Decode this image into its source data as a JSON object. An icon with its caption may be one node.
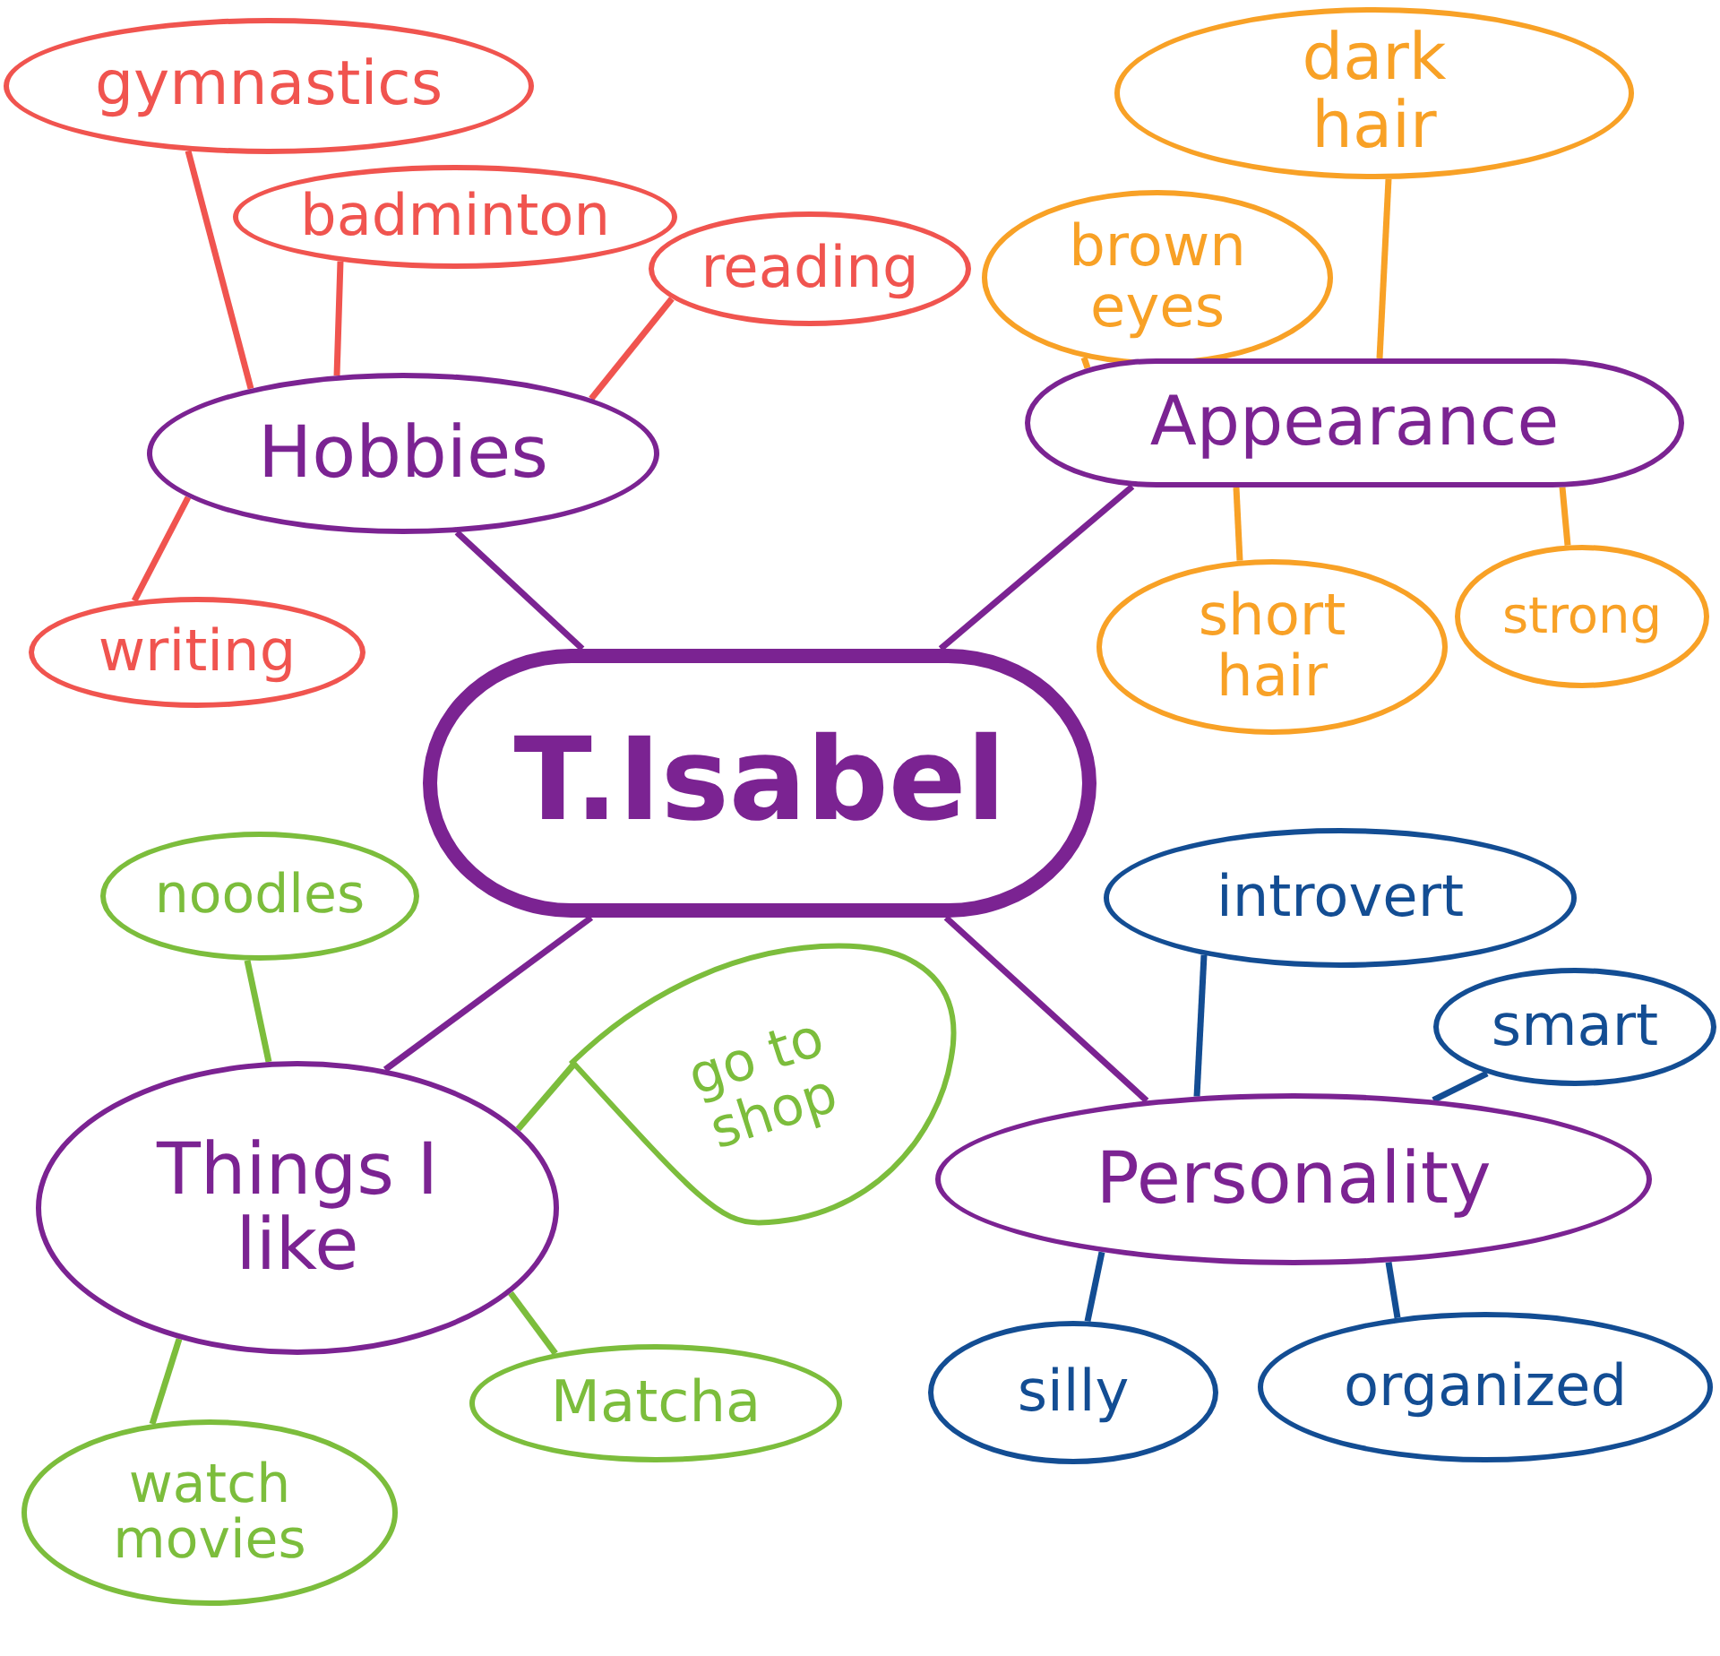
{
  "diagram": {
    "nodes": [
      {
        "text": [
          "T.Isabel"
        ]
      },
      {
        "text": [
          "gymnastics"
        ]
      },
      {
        "text": [
          "badminton"
        ]
      },
      {
        "text": [
          "reading"
        ]
      },
      {
        "text": [
          "Hobbies"
        ]
      },
      {
        "text": [
          "writing"
        ]
      },
      {
        "text": [
          "dark hair"
        ]
      },
      {
        "text": [
          "brown eyes"
        ]
      },
      {
        "text": [
          "Appearance"
        ]
      },
      {
        "text": [
          "short hair"
        ]
      },
      {
        "text": [
          "strong"
        ]
      },
      {
        "text": [
          "noodles"
        ]
      },
      {
        "text": [
          "go to shop"
        ]
      },
      {
        "text": [
          "Things I like"
        ]
      },
      {
        "text": [
          "Matcha"
        ]
      },
      {
        "text": [
          "watch movies"
        ]
      },
      {
        "text": [
          "introvert"
        ]
      },
      {
        "text": [
          "smart"
        ]
      },
      {
        "text": [
          "Personality"
        ]
      },
      {
        "text": [
          "silly"
        ]
      },
      {
        "text": [
          "organized"
        ]
      }
    ],
    "edges": [
      {
        "from": 0,
        "to": 4,
        "arrow": "none",
        "color": "#7b2392"
      },
      {
        "from": 0,
        "to": 8,
        "arrow": "none",
        "color": "#7b2392"
      },
      {
        "from": 0,
        "to": 13,
        "arrow": "none",
        "color": "#7b2392"
      },
      {
        "from": 0,
        "to": 18,
        "arrow": "none",
        "color": "#7b2392"
      },
      {
        "from": 4,
        "to": 1,
        "arrow": "none",
        "color": "#f0544f"
      },
      {
        "from": 4,
        "to": 2,
        "arrow": "none",
        "color": "#f0544f"
      },
      {
        "from": 4,
        "to": 3,
        "arrow": "none",
        "color": "#f0544f"
      },
      {
        "from": 4,
        "to": 5,
        "arrow": "none",
        "color": "#f0544f"
      },
      {
        "from": 8,
        "to": 6,
        "arrow": "none",
        "color": "#f8a126"
      },
      {
        "from": 8,
        "to": 7,
        "arrow": "none",
        "color": "#f8a126"
      },
      {
        "from": 8,
        "to": 9,
        "arrow": "none",
        "color": "#f8a126"
      },
      {
        "from": 8,
        "to": 10,
        "arrow": "none",
        "color": "#f8a126"
      },
      {
        "from": 13,
        "to": 11,
        "arrow": "none",
        "color": "#7cbd3c"
      },
      {
        "from": 13,
        "to": 12,
        "arrow": "none",
        "color": "#7cbd3c"
      },
      {
        "from": 13,
        "to": 14,
        "arrow": "none",
        "color": "#7cbd3c"
      },
      {
        "from": 13,
        "to": 15,
        "arrow": "none",
        "color": "#7cbd3c"
      },
      {
        "from": 18,
        "to": 16,
        "arrow": "none",
        "color": "#134d93"
      },
      {
        "from": 18,
        "to": 17,
        "arrow": "none",
        "color": "#134d93"
      },
      {
        "from": 18,
        "to": 19,
        "arrow": "none",
        "color": "#134d93"
      },
      {
        "from": 18,
        "to": 20,
        "arrow": "none",
        "color": "#134d93"
      }
    ]
  }
}
